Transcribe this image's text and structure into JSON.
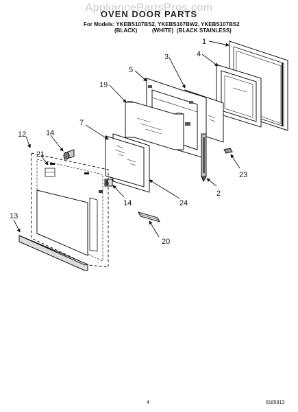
{
  "watermark": "AppliancePartsPros.com",
  "title": "OVEN DOOR PARTS",
  "models_line": "For Models: YKEBS107BS2, YKEBS107BW2, YKEBS107BS2",
  "colors": [
    "(BLACK)",
    "(WHITE)",
    "(BLACK STAINLESS)"
  ],
  "page_number": "4",
  "doc_number": "8185813",
  "callouts": {
    "c1": "1",
    "c2": "2",
    "c3": "3",
    "c4": "4",
    "c5": "5",
    "c7": "7",
    "c12": "12",
    "c13": "13",
    "c14a": "14",
    "c14b": "14",
    "c19": "19",
    "c20": "20",
    "c21": "21",
    "c23": "23",
    "c24": "24"
  }
}
